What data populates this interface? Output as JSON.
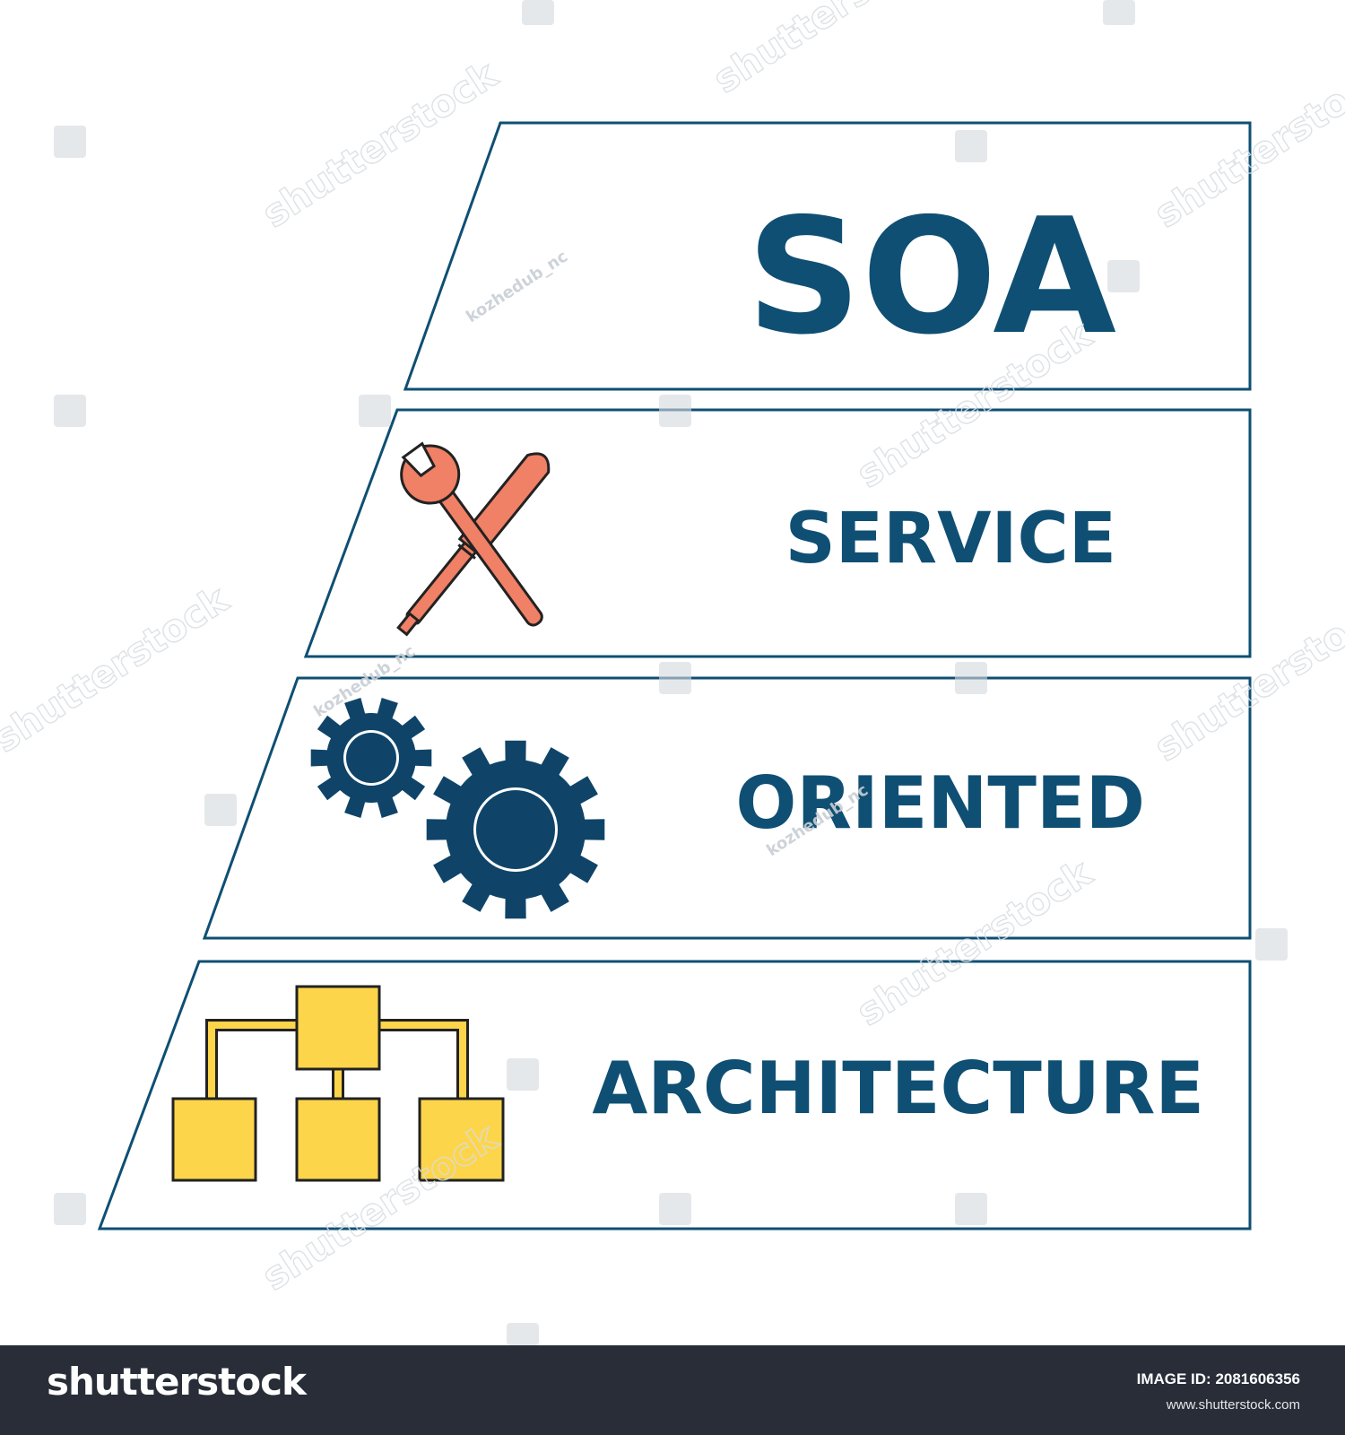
{
  "diagram": {
    "tiers": [
      {
        "label": "SOA",
        "icon": "none"
      },
      {
        "label": "SERVICE",
        "icon": "wrench-screwdriver-icon"
      },
      {
        "label": "ORIENTED",
        "icon": "gears-icon"
      },
      {
        "label": "ARCHITECTURE",
        "icon": "hierarchy-icon"
      }
    ]
  },
  "colors": {
    "frame": "#0f4f73",
    "text": "#0f4f73",
    "tools": "#f08066",
    "gears": "#0f4468",
    "blocks": "#fdd54a"
  },
  "watermark": {
    "brand": "shutterstock",
    "contributor": "kozhedub_nc"
  },
  "footer": {
    "logo": "shutterstock",
    "image_id": "IMAGE ID: 2081606356",
    "url": "www.shutterstock.com"
  }
}
